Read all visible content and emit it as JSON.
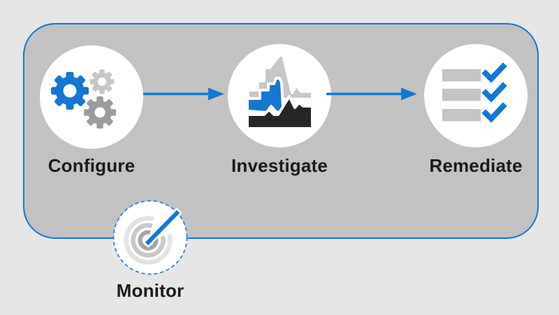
{
  "diagram": {
    "title": "security-workflow-diagram",
    "steps": [
      {
        "label": "Configure",
        "icon": "gears-icon"
      },
      {
        "label": "Investigate",
        "icon": "area-chart-icon"
      },
      {
        "label": "Remediate",
        "icon": "checklist-icon"
      }
    ],
    "arrows": [
      {
        "from": "Configure",
        "to": "Investigate"
      },
      {
        "from": "Investigate",
        "to": "Remediate"
      }
    ],
    "monitor": {
      "label": "Monitor",
      "icon": "gauge-radar-icon"
    },
    "colors": {
      "accent_blue": "#1377d4",
      "page_background": "#e6e6e6",
      "panel_fill": "#c2c2c2",
      "panel_border": "#1377d4",
      "icon_gray_light": "#c7c7c7",
      "icon_gray_mid": "#9c9c9c",
      "icon_black": "#262626",
      "label_text": "#1a1a1a"
    }
  }
}
